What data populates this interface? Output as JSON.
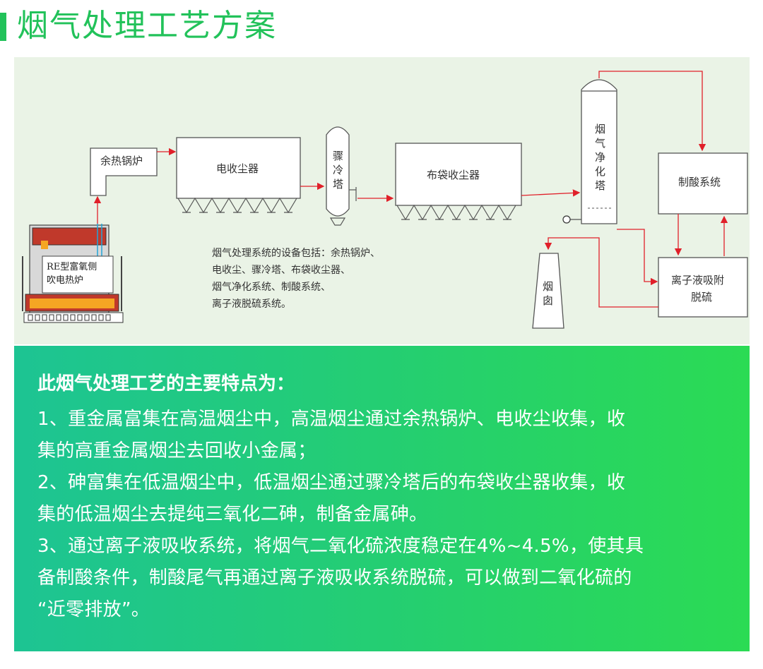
{
  "page": {
    "title": "烟气处理工艺方案"
  },
  "diagram": {
    "nodes": {
      "boiler_label": "余热锅炉",
      "esp_label": "电收尘器",
      "quench_chars": [
        "骤",
        "冷",
        "塔"
      ],
      "bag_filter_label": "布袋收尘器",
      "scrubber_chars": [
        "烟",
        "气",
        "净",
        "化",
        "塔"
      ],
      "acid_plant_label": "制酸系统",
      "ionic_label_line1": "离子液吸附",
      "ionic_label_line2": "脱硫",
      "chimney_chars": [
        "烟",
        "囱"
      ],
      "furnace_label_line1": "RE型富氧侧",
      "furnace_label_line2": "吹电热炉"
    },
    "note_lines": [
      "烟气处理系统的设备包括：余热锅炉、",
      "电收尘、骤冷塔、布袋收尘器、",
      "烟气净化系统、制酸系统、",
      "离子液脱硫系统。"
    ],
    "colors": {
      "panel_bg": "#eaf3e6",
      "flow_arrow": "#e0202a",
      "equipment_outline": "#555555",
      "furnace_fill": "#c0392b",
      "furnace_hot": "#f5a623"
    }
  },
  "features": {
    "heading": "此烟气处理工艺的主要特点为：",
    "items": [
      {
        "lines": [
          "1、重金属富集在高温烟尘中，高温烟尘通过余热锅炉、电收尘收集，收",
          "集的高重金属烟尘去回收小金属；"
        ]
      },
      {
        "lines": [
          "2、砷富集在低温烟尘中，低温烟尘通过骤冷塔后的布袋收尘器收集，收",
          "集的低温烟尘去提纯三氧化二砷，制备金属砷。"
        ]
      },
      {
        "lines": [
          "3、通过离子液吸收系统，将烟气二氧化硫浓度稳定在4%~4.5%，使其具",
          "备制酸条件，制酸尾气再通过离子液吸收系统脱硫，可以做到二氧化硫的",
          "“近零排放”。"
        ]
      }
    ],
    "colors": {
      "gradient_start": "#1dc493",
      "gradient_end": "#2bdb54",
      "accent": "#22c25a"
    }
  }
}
